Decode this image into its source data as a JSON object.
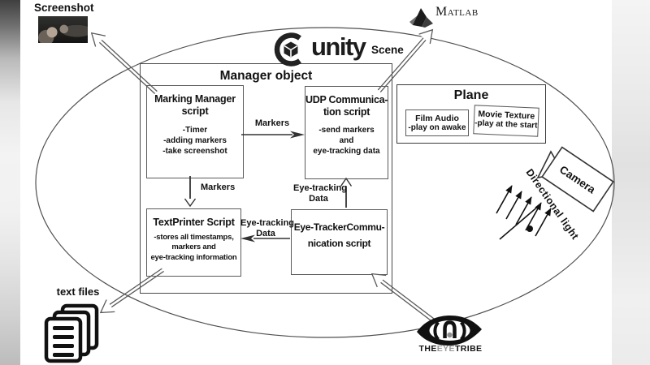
{
  "corners": {
    "screenshot": {
      "label": "Screenshot"
    },
    "unity": {
      "brand": "unity",
      "scene_label": "Scene"
    },
    "matlab": {
      "brand": "Matlab"
    },
    "text_files": {
      "label": "text files"
    },
    "eyetribe": {
      "part_the": "THE",
      "part_eye": "EYE",
      "part_tribe": "TRIBE"
    }
  },
  "manager": {
    "title": "Manager object",
    "marking_manager": {
      "title": "Marking Manager\nscript",
      "items": "-Timer\n-adding markers\n-take screenshot"
    },
    "udp": {
      "title": "UDP Communica-\ntion script",
      "items": "-send markers\nand\neye-tracking data"
    },
    "text_printer": {
      "title": "TextPrinter Script",
      "items": "-stores all timestamps,\nmarkers and\neye-tracking information"
    },
    "eye_tracker": {
      "title": "Eye-TrackerCommu-\nnication script"
    }
  },
  "arrows": {
    "markers_horizontal": "Markers",
    "markers_vertical": "Markers",
    "eyetracking_up": "Eye-tracking\nData",
    "eyetracking_left": "Eye-tracking\nData"
  },
  "plane": {
    "title": "Plane",
    "film_audio": {
      "title": "Film Audio",
      "item": "-play on awake"
    },
    "movie_texture": {
      "title": "Movie Texture",
      "item": "-play at the start"
    }
  },
  "scene_objects": {
    "camera": {
      "label": "Camera"
    },
    "directional_light": {
      "label": "Directional light"
    }
  },
  "colors": {
    "ink": "#111111",
    "line": "#555555",
    "eyetribe_grey": "#9a9a9a"
  }
}
